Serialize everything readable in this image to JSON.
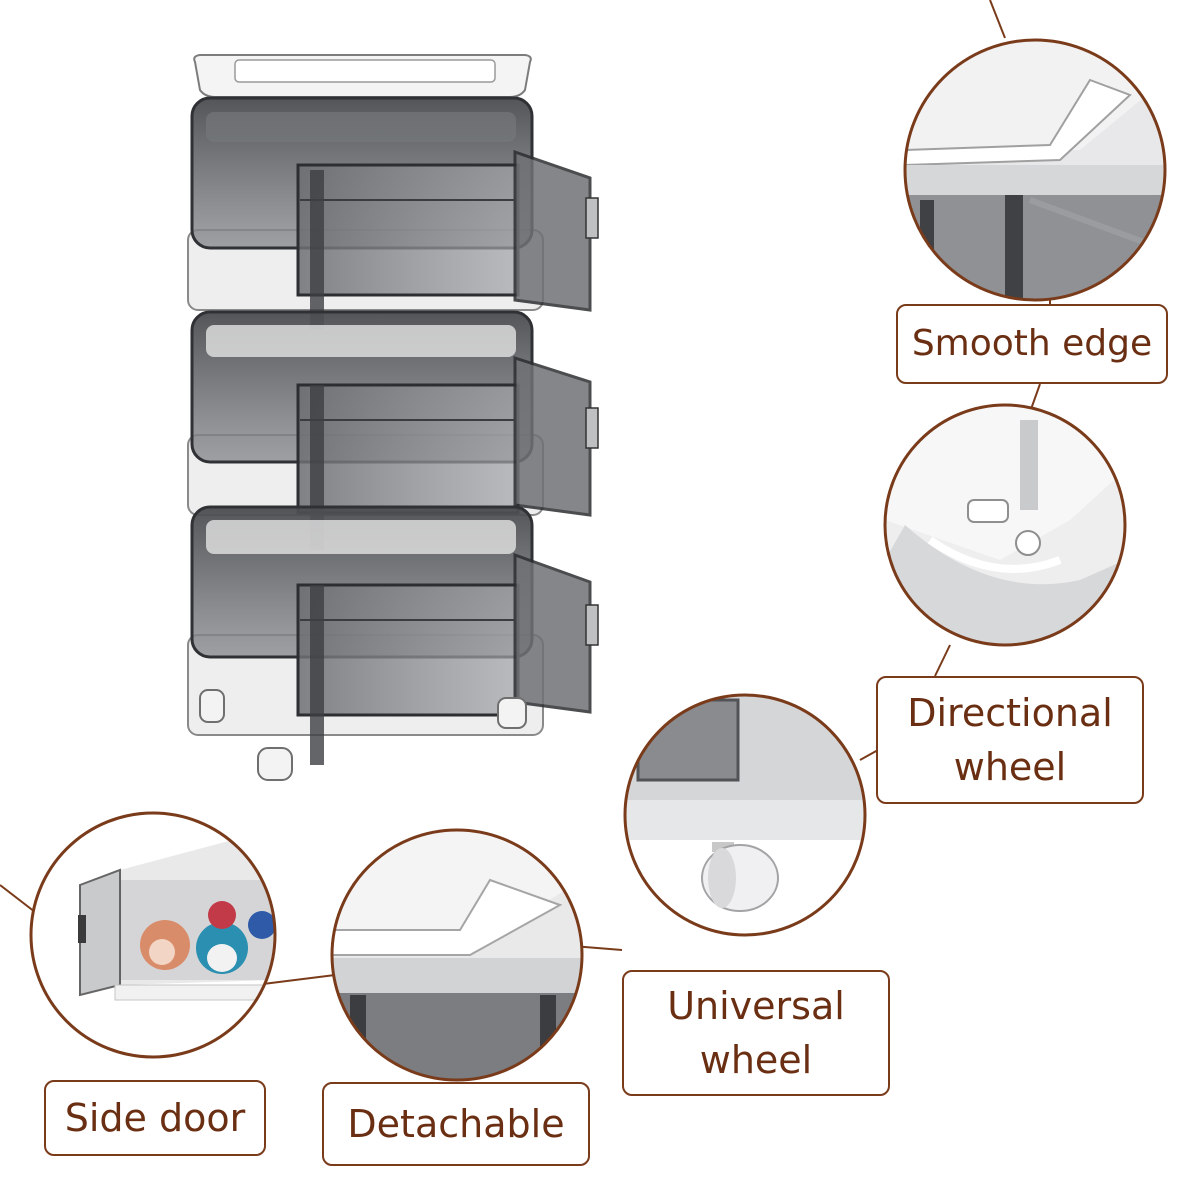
{
  "labels": {
    "smooth_edge": "Smooth edge",
    "directional_wheel": [
      "Directional",
      "wheel"
    ],
    "universal_wheel": [
      "Universal",
      "wheel"
    ],
    "side_door": "Side door",
    "detachable": "Detachable"
  },
  "colors": {
    "label_border": "#7a3b1b",
    "label_text": "#6a2f12",
    "circle_border": "#7a3b1b",
    "box_gray": "#5e6064",
    "frame_white": "#f2f2f2"
  }
}
